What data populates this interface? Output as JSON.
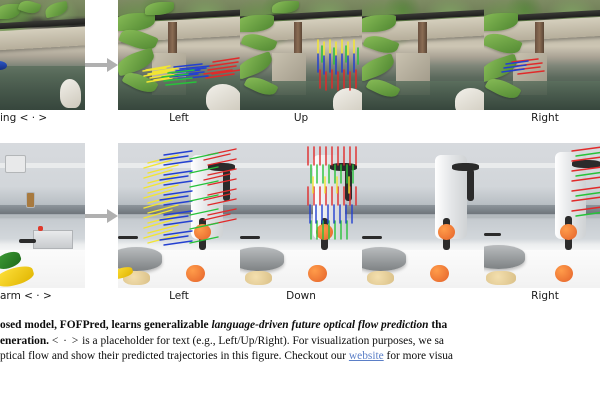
{
  "figure": {
    "rows": [
      {
        "id": "row-1",
        "scene": "outdoor-garden-water-channel",
        "input_label": "ing < · >",
        "panels": [
          {
            "label": "Left",
            "direction": "left",
            "flow": "leftward"
          },
          {
            "label": "Up",
            "direction": "up",
            "flow": "upward"
          },
          {
            "label": "Right",
            "direction": "right",
            "flow": "rightward"
          }
        ]
      },
      {
        "id": "row-2",
        "scene": "robot-arm-kitchen-bench",
        "input_label": "arm < · >",
        "panels": [
          {
            "label": "Left",
            "direction": "left",
            "flow": "leftward"
          },
          {
            "label": "Down",
            "direction": "down",
            "flow": "downward"
          },
          {
            "label": "Right",
            "direction": "right",
            "flow": "rightward"
          }
        ]
      }
    ],
    "separator_icon": "right-arrow-icon",
    "flow_colors": {
      "yellow": "#f2e532",
      "blue": "#2340d0",
      "red": "#e02a2a",
      "green": "#27c23a"
    }
  },
  "caption": {
    "line1": {
      "bold_start": "osed model, FOFPred, learns generalizable ",
      "bold_italic": "language-driven future optical flow prediction",
      "bold_end": " tha"
    },
    "line2": {
      "bold_start": "eneration.",
      "placeholder": "< · >",
      "rest": " is a placeholder for text (e.g., Left/Up/Right).  For visualization purposes, we sa"
    },
    "line3": {
      "pre": "ptical flow and show their predicted trajectories in this figure. Checkout our ",
      "link": "website",
      "post": " for more visua"
    }
  }
}
